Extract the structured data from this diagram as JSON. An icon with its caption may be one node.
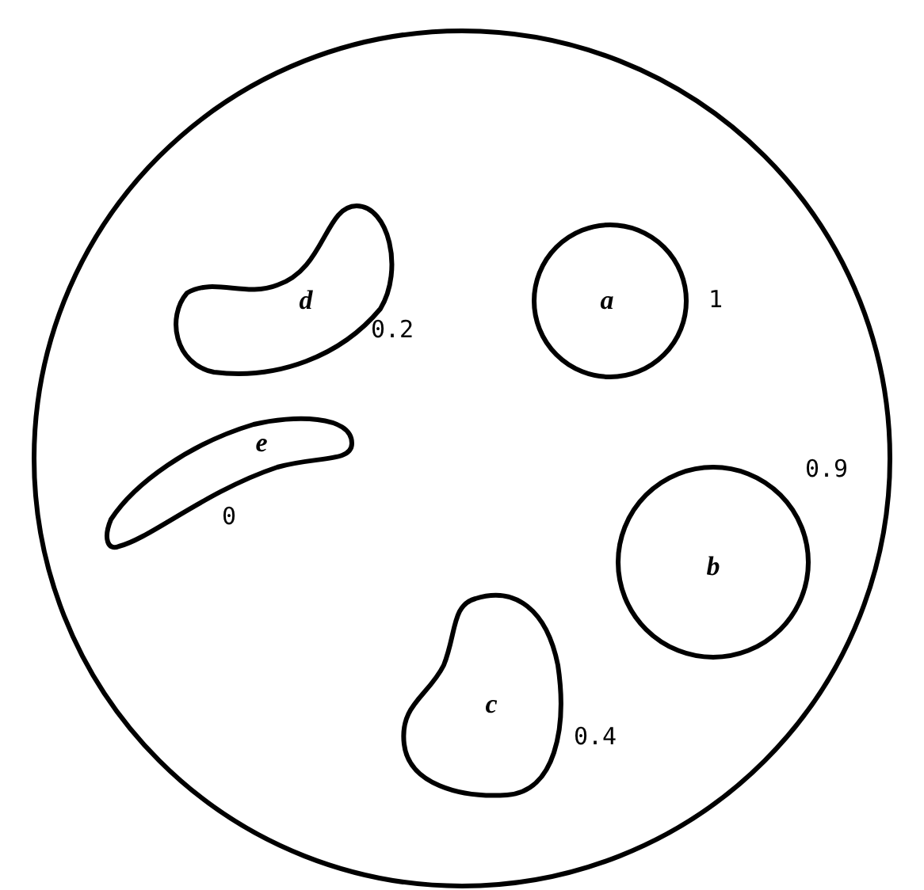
{
  "diagram": {
    "nodes": [
      {
        "text": [],
        "shape": "circle"
      },
      {
        "text": [
          "d"
        ],
        "beside": [
          "0.2"
        ],
        "in": 0
      },
      {
        "text": [
          "a"
        ],
        "beside": [
          "1"
        ],
        "in": 0
      },
      {
        "text": [
          "e"
        ],
        "beside": [
          "0"
        ],
        "in": 0
      },
      {
        "text": [
          "b"
        ],
        "beside": [
          "0.9"
        ],
        "in": 0
      },
      {
        "text": [
          "c"
        ],
        "beside": [
          "0.4"
        ],
        "in": 0
      }
    ]
  }
}
